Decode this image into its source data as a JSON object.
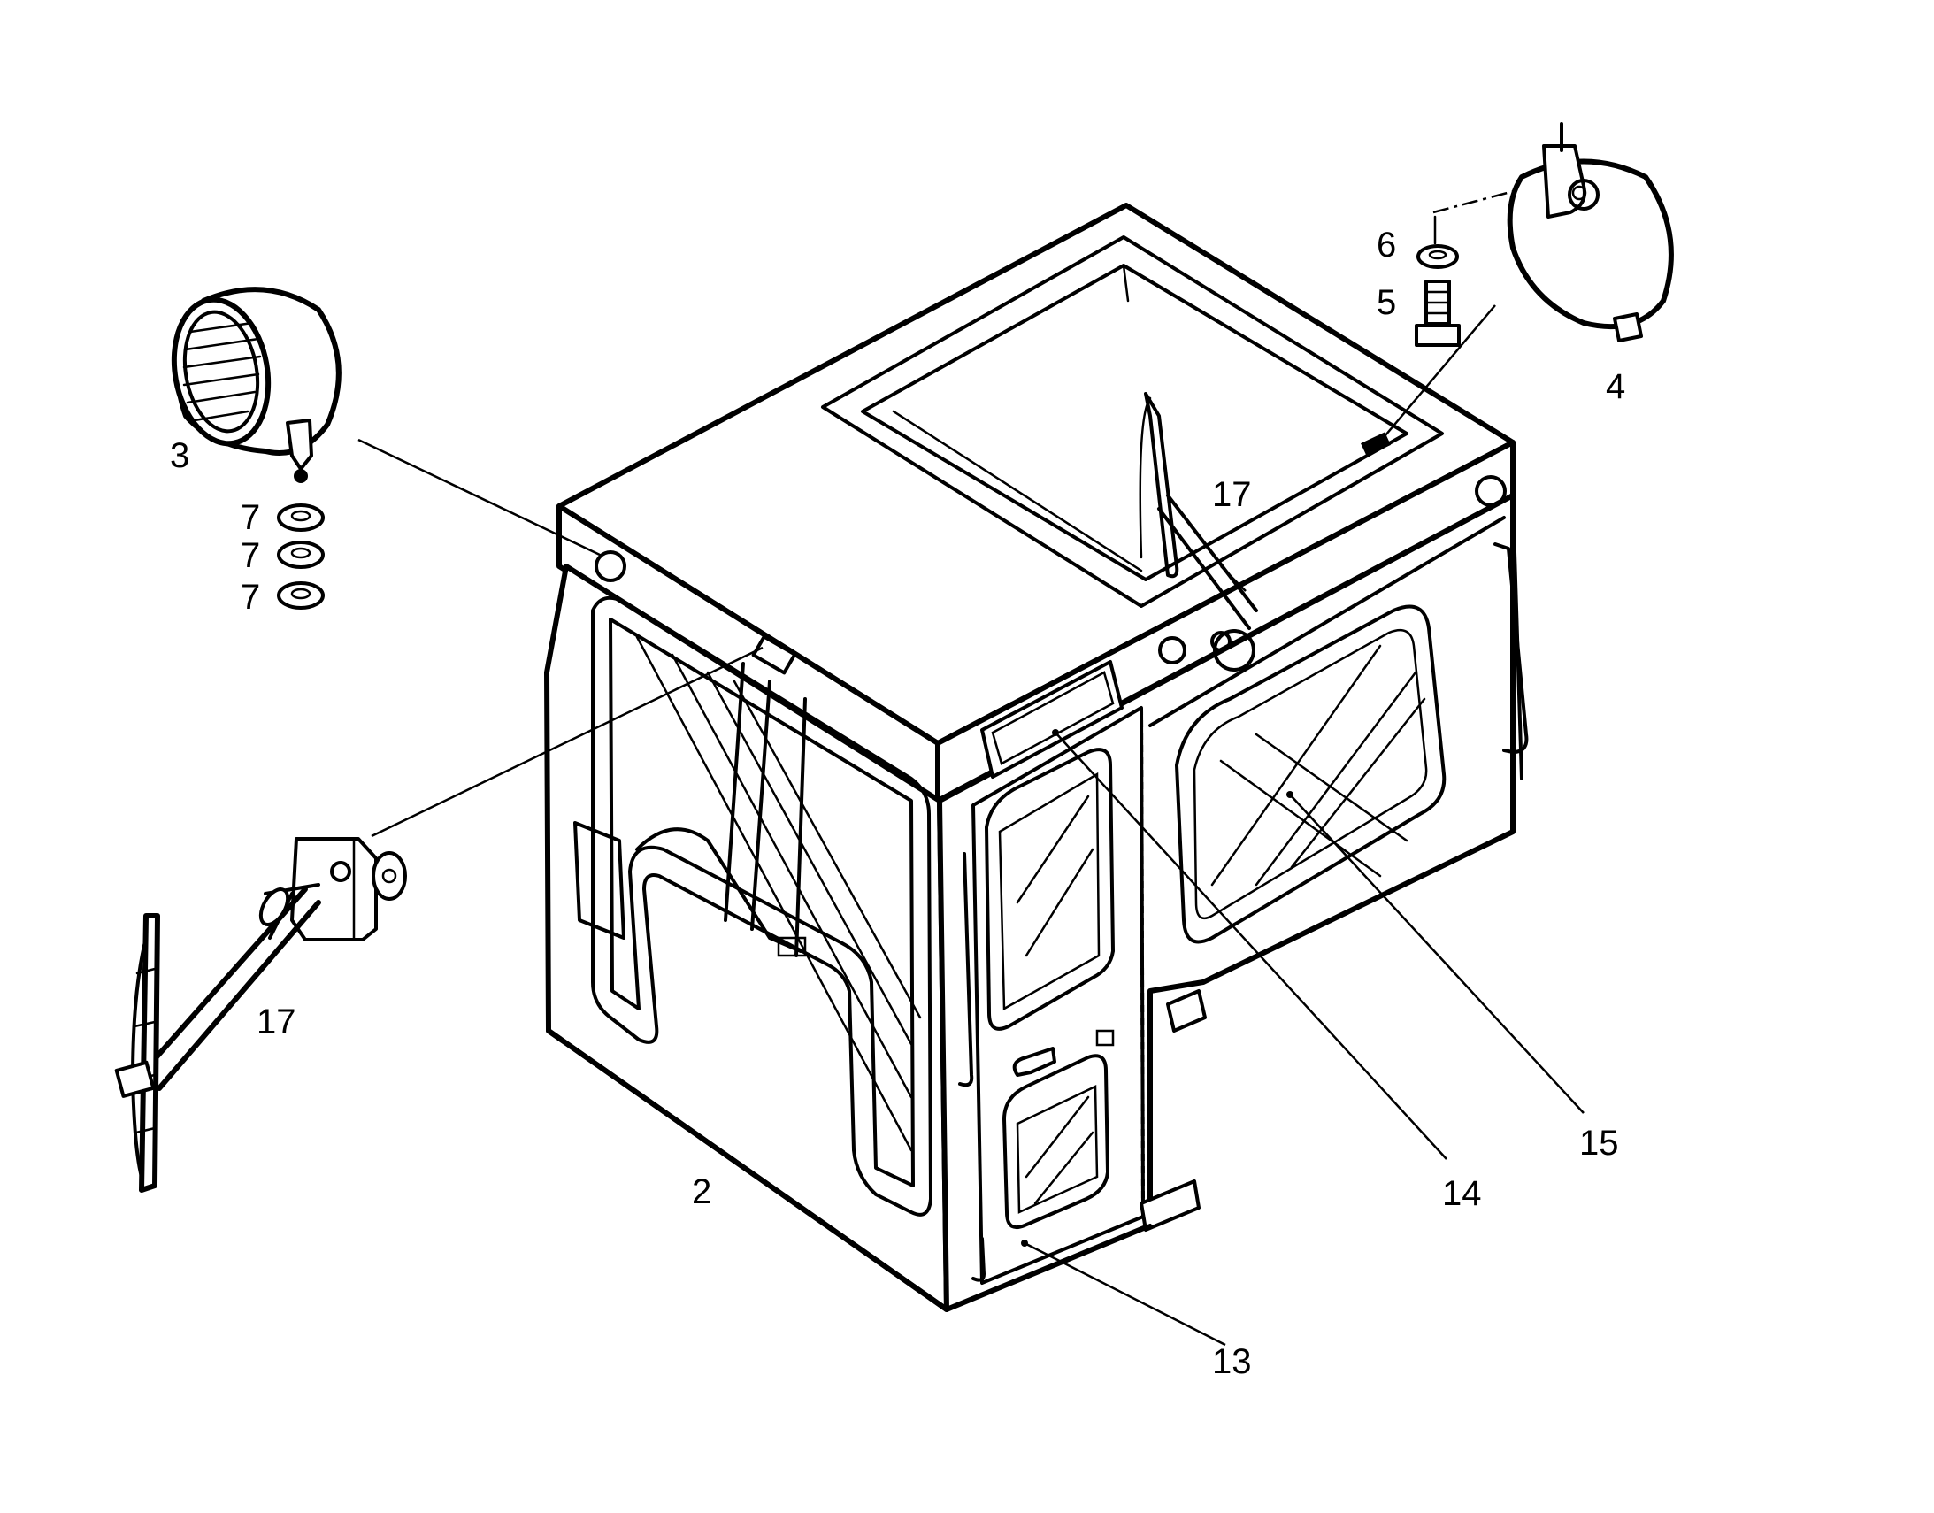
{
  "callouts": {
    "c2": "2",
    "c3": "3",
    "c4": "4",
    "c5": "5",
    "c6": "6",
    "c7a": "7",
    "c7b": "7",
    "c7c": "7",
    "c13": "13",
    "c14": "14",
    "c15": "15",
    "c17_roof": "17",
    "c17_wiper": "17"
  },
  "colors": {
    "ink": "#000000",
    "paper": "#ffffff"
  }
}
